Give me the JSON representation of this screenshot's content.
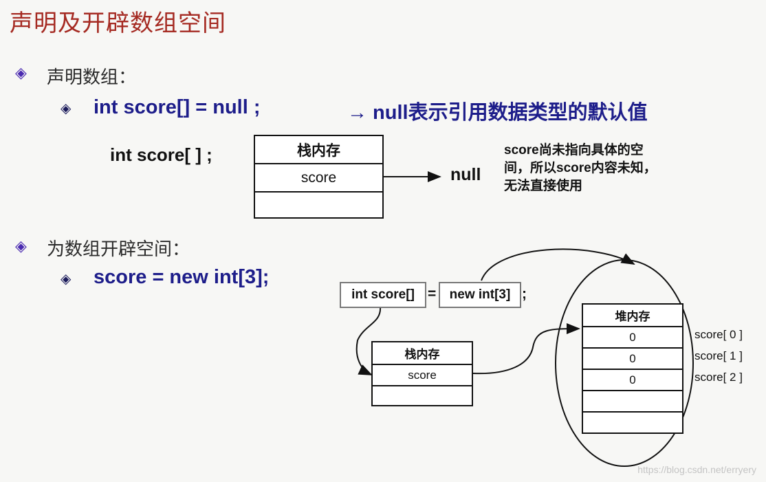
{
  "title": "声明及开辟数组空间",
  "section1": {
    "heading": "声明数组：",
    "code": "int score[] = null ;",
    "comment": "→ null表示引用数据类型的默认值",
    "diagram": {
      "declaration": "int score[ ] ;",
      "stack_header": "栈内存",
      "stack_cell": "score",
      "target": "null",
      "note_lines": [
        "score尚未指向具体的空",
        "间，所以score内容未知，",
        "无法直接使用"
      ]
    }
  },
  "section2": {
    "heading": "为数组开辟空间：",
    "code": "score = new int[3];",
    "diagram": {
      "left_box": "int score[]",
      "equals": "=",
      "right_box": "new int[3]",
      "semicolon": ";",
      "stack_header": "栈内存",
      "stack_cell": "score",
      "heap_header": "堆内存",
      "heap_values": [
        "0",
        "0",
        "0"
      ],
      "heap_labels": [
        "score[ 0 ]",
        "score[ 1 ]",
        "score[ 2 ]"
      ]
    }
  },
  "icons": {
    "bullet": "diamond-bullet-icon"
  },
  "watermark": "https://blog.csdn.net/erryery"
}
